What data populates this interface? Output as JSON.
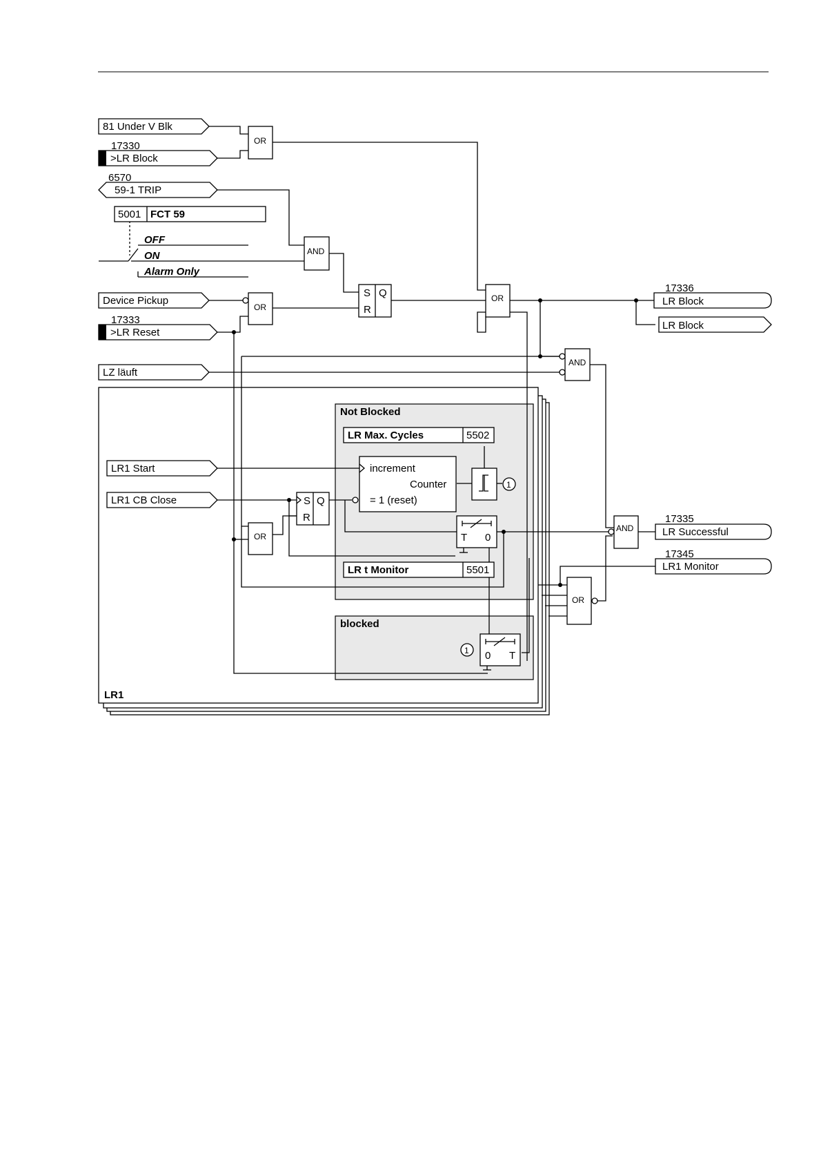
{
  "inputs": {
    "under_v_blk": "81 Under V Blk",
    "lr_block_num": "17330",
    "lr_block": ">LR Block",
    "trip_num": "6570",
    "trip": "59-1 TRIP",
    "fct_num": "5001",
    "fct_label": "FCT 59",
    "opt_off": "OFF",
    "opt_on": "ON",
    "opt_alarm": "Alarm Only",
    "device_pickup": "Device Pickup",
    "lr_reset_num": "17333",
    "lr_reset": ">LR Reset",
    "lz_laeuft": "LZ läuft",
    "lr1_start": "LR1 Start",
    "lr1_cb_close": "LR1 CB Close"
  },
  "outputs": {
    "lr_block_num": "17336",
    "lr_block_msg": "LR Block",
    "lr_block_internal": "LR Block",
    "lr_successful_num": "17335",
    "lr_successful": "LR Successful",
    "lr1_monitor_num": "17345",
    "lr1_monitor": "LR1 Monitor"
  },
  "gates": {
    "or": "OR",
    "and": "AND",
    "s": "S",
    "r": "R",
    "q": "Q",
    "t": "T",
    "zero": "0",
    "one": "1"
  },
  "blocks": {
    "not_blocked": "Not Blocked",
    "blocked": "blocked",
    "lr1": "LR1",
    "max_cycles": "LR Max. Cycles",
    "max_cycles_num": "5502",
    "t_monitor": "LR t Monitor",
    "t_monitor_num": "5501",
    "counter_inc": "increment",
    "counter": "Counter",
    "counter_reset": "= 1 (reset)"
  }
}
